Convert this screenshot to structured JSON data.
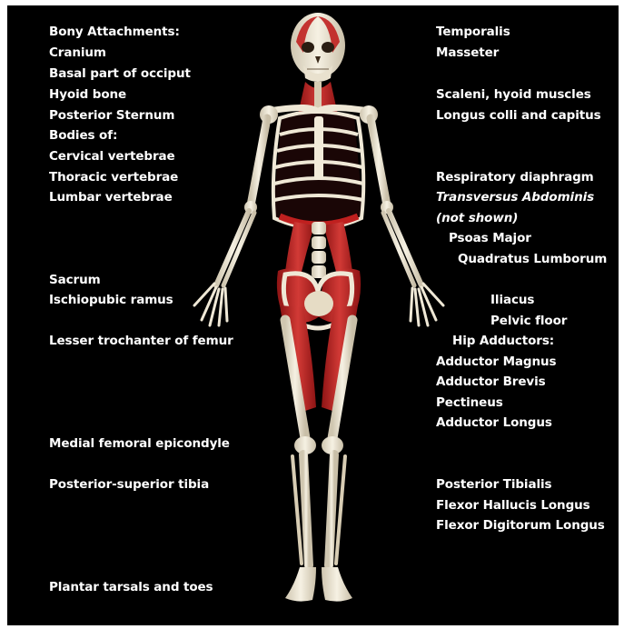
{
  "left_labels": [
    "Bony Attachments:",
    "Cranium",
    "Basal part of occiput",
    "Hyoid bone",
    "Posterior Sternum",
    "Bodies of:",
    "Cervical vertebrae",
    "Thoracic vertebrae",
    "Lumbar vertebrae",
    "Sacrum",
    "Ischiopubic ramus",
    "Lesser trochanter of femur",
    "Medial femoral epicondyle",
    "Posterior-superior tibia",
    "Plantar tarsals and toes"
  ],
  "right_labels": [
    "Temporalis",
    "Masseter",
    "Scaleni, hyoid muscles",
    "Longus colli and capitus",
    "Respiratory diaphragm",
    "Transversus Abdominis",
    "(not shown)",
    "Psoas Major",
    "Quadratus Lumborum",
    "Iliacus",
    "Pelvic floor",
    "Hip Adductors:",
    "Adductor Magnus",
    "Adductor Brevis",
    "Pectineus",
    "Adductor Longus",
    "Posterior Tibialis",
    "Flexor Hallucis Longus",
    "Flexor Digitorum Longus"
  ],
  "colors": {
    "background": "#000000",
    "bone": "#efe8d6",
    "muscle": "#c0201f",
    "text": "#ffffff"
  }
}
